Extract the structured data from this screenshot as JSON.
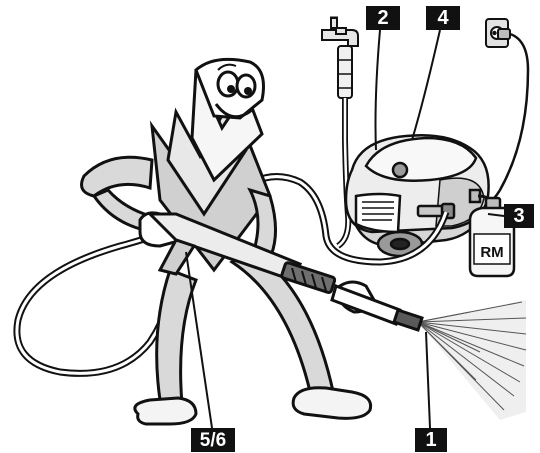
{
  "callouts": {
    "c1": "1",
    "c2": "2",
    "c3": "3",
    "c4": "4",
    "c56": "5/6"
  },
  "bottle_label": "RM",
  "colors": {
    "ink": "#111111",
    "shade": "#cfcfcf",
    "light": "#ececec",
    "paper": "#ffffff"
  }
}
